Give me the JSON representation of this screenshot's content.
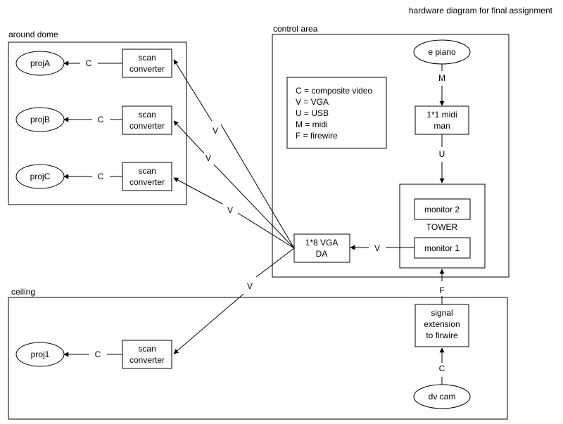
{
  "title": "hardware diagram for final assignment",
  "regions": {
    "dome": "around dome",
    "control": "control area",
    "ceiling": "ceiling"
  },
  "nodes": {
    "projA": "projA",
    "projB": "projB",
    "projC": "projC",
    "proj1": "proj1",
    "scan_line1": "scan",
    "scan_line2": "converter",
    "epiano": "e piano",
    "midiman_line1": "1*1 midi",
    "midiman_line2": "man",
    "tower": "TOWER",
    "monitor1": "monitor 1",
    "monitor2": "monitor 2",
    "vgada_line1": "1*8 VGA",
    "vgada_line2": "DA",
    "signal_line1": "signal",
    "signal_line2": "extension",
    "signal_line3": "to firwire",
    "dvcam": "dv cam"
  },
  "legend": [
    "C = composite video",
    "V = VGA",
    "U = USB",
    "M = midi",
    "F = firewire"
  ],
  "edge_labels": {
    "C": "C",
    "V": "V",
    "M": "M",
    "U": "U",
    "F": "F"
  }
}
